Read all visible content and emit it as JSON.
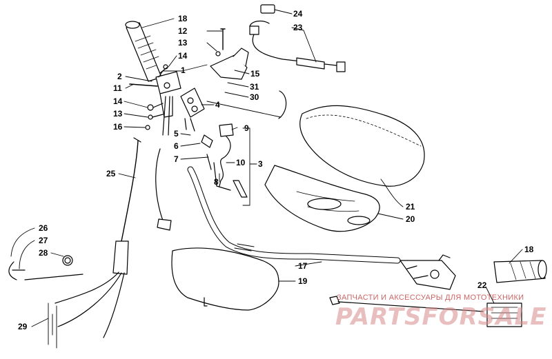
{
  "diagram": {
    "callouts": [
      "18",
      "12",
      "13",
      "14",
      "1",
      "2",
      "11",
      "14",
      "13",
      "16",
      "15",
      "24",
      "23",
      "31",
      "30",
      "4",
      "9",
      "5",
      "6",
      "7",
      "10",
      "3",
      "8",
      "25",
      "26",
      "27",
      "28",
      "29",
      "21",
      "20",
      "19",
      "17",
      "18",
      "22"
    ]
  },
  "watermark": {
    "caption": "ЗАПЧАСТИ И АКСЕССУАРЫ ДЛЯ МОТОТЕХНИКИ",
    "logo": "PARTSFORSALE"
  },
  "colors": {
    "ink": "#000000",
    "watermark": "#c24a4a",
    "watermark_logo": "#d8898a",
    "background": "#ffffff"
  }
}
